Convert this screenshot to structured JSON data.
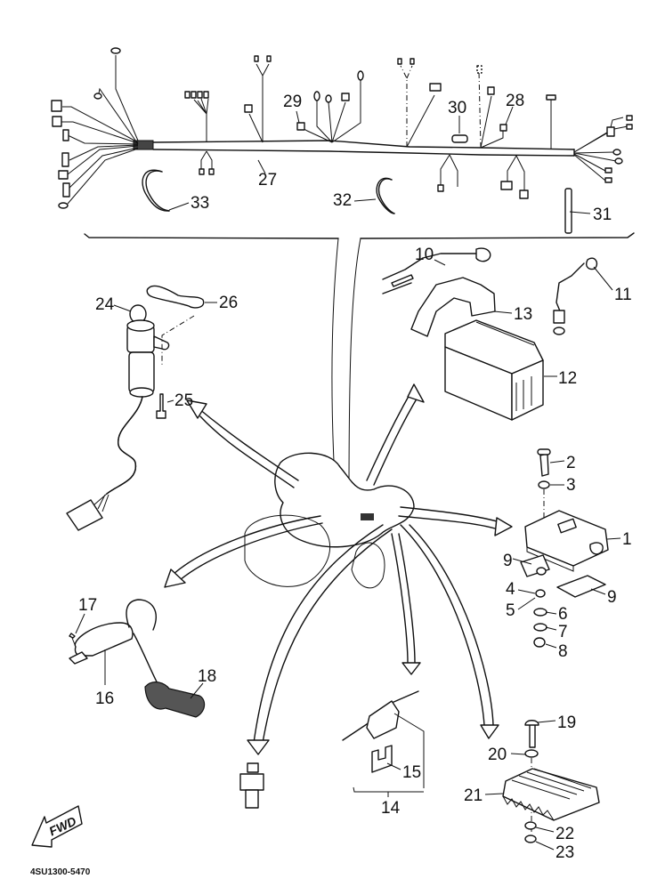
{
  "diagram": {
    "title": "Electrical parts exploded view",
    "drawing_code": "4SU1300-5470",
    "direction_indicator": "FWD",
    "callouts": [
      {
        "id": "c1",
        "label": "1",
        "part": "CDI unit"
      },
      {
        "id": "c2",
        "label": "2",
        "part": "bolt"
      },
      {
        "id": "c3",
        "label": "3",
        "part": "washer"
      },
      {
        "id": "c4",
        "label": "4",
        "part": "collar"
      },
      {
        "id": "c5",
        "label": "5",
        "part": "grommet"
      },
      {
        "id": "c6",
        "label": "6",
        "part": "washer"
      },
      {
        "id": "c7",
        "label": "7",
        "part": "lock washer"
      },
      {
        "id": "c8",
        "label": "8",
        "part": "nut"
      },
      {
        "id": "c9a",
        "label": "9",
        "part": "damper"
      },
      {
        "id": "c9b",
        "label": "9",
        "part": "damper"
      },
      {
        "id": "c10",
        "label": "10",
        "part": "battery lead"
      },
      {
        "id": "c11",
        "label": "11",
        "part": "battery lead"
      },
      {
        "id": "c12",
        "label": "12",
        "part": "battery"
      },
      {
        "id": "c13",
        "label": "13",
        "part": "battery band"
      },
      {
        "id": "c14",
        "label": "14",
        "part": "fuse holder assembly"
      },
      {
        "id": "c15",
        "label": "15",
        "part": "fuse"
      },
      {
        "id": "c16",
        "label": "16",
        "part": "ignition coil"
      },
      {
        "id": "c17",
        "label": "17",
        "part": "screw"
      },
      {
        "id": "c18",
        "label": "18",
        "part": "spark plug cap"
      },
      {
        "id": "c19",
        "label": "19",
        "part": "bolt"
      },
      {
        "id": "c20",
        "label": "20",
        "part": "washer"
      },
      {
        "id": "c21",
        "label": "21",
        "part": "rectifier regulator"
      },
      {
        "id": "c22",
        "label": "22",
        "part": "washer"
      },
      {
        "id": "c23",
        "label": "23",
        "part": "nut"
      },
      {
        "id": "c24",
        "label": "24",
        "part": "main switch"
      },
      {
        "id": "c25",
        "label": "25",
        "part": "bolt"
      },
      {
        "id": "c26",
        "label": "26",
        "part": "plate"
      },
      {
        "id": "c27",
        "label": "27",
        "part": "wire harness"
      },
      {
        "id": "c28",
        "label": "28",
        "part": "connector"
      },
      {
        "id": "c29",
        "label": "29",
        "part": "connector"
      },
      {
        "id": "c30",
        "label": "30",
        "part": "connector"
      },
      {
        "id": "c31",
        "label": "31",
        "part": "band"
      },
      {
        "id": "c32",
        "label": "32",
        "part": "clamp"
      },
      {
        "id": "c33",
        "label": "33",
        "part": "clamp"
      }
    ]
  }
}
